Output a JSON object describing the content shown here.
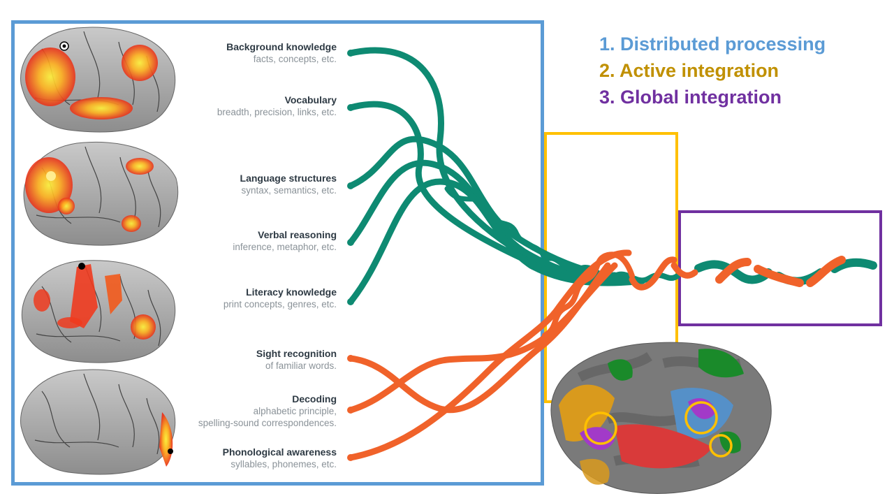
{
  "legend": [
    {
      "label": "1.  Distributed processing",
      "color": "#5b9bd5"
    },
    {
      "label": "2.  Active integration",
      "color": "#c09000"
    },
    {
      "label": "3.  Global integration",
      "color": "#7030a0"
    }
  ],
  "strands": [
    {
      "title": "Background knowledge",
      "subtitle": "facts, concepts, etc.",
      "group": "language"
    },
    {
      "title": "Vocabulary",
      "subtitle": "breadth, precision, links, etc.",
      "group": "language"
    },
    {
      "title": "Language structures",
      "subtitle": "syntax, semantics, etc.",
      "group": "language"
    },
    {
      "title": "Verbal reasoning",
      "subtitle": "inference, metaphor, etc.",
      "group": "language"
    },
    {
      "title": "Literacy knowledge",
      "subtitle": "print concepts, genres, etc.",
      "group": "language"
    },
    {
      "title": "Sight recognition",
      "subtitle": "of familiar words.",
      "group": "word"
    },
    {
      "title": "Decoding",
      "subtitle": "alphabetic principle,",
      "subtitle2": "spelling-sound correspondences.",
      "group": "word"
    },
    {
      "title": "Phonological awareness",
      "subtitle": "syllables, phonemes, etc.",
      "group": "word"
    }
  ],
  "colors": {
    "language_strand": "#0e8a72",
    "word_strand": "#f0622a",
    "distributed_box": "#5b9bd5",
    "active_box": "#ffc000",
    "global_box": "#7030a0"
  }
}
